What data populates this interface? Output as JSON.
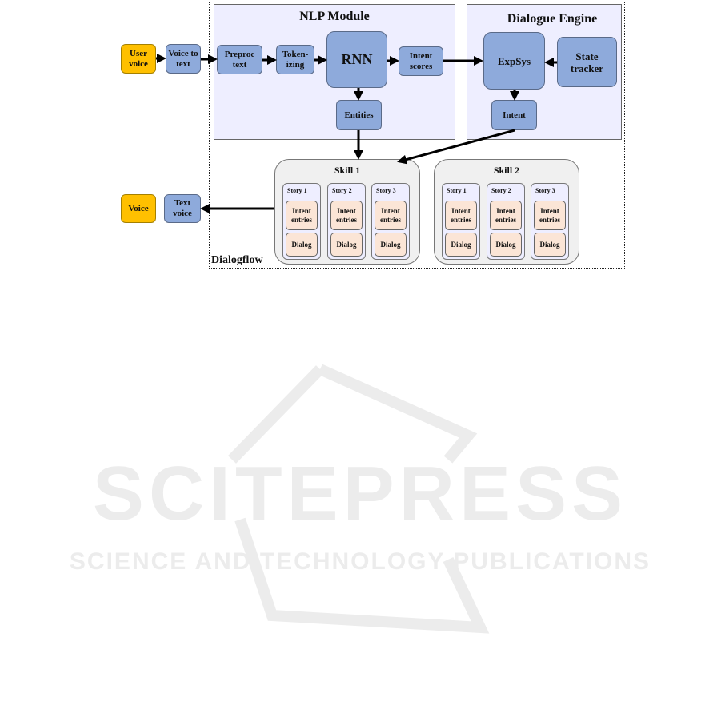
{
  "container": {
    "label": "Dialogflow"
  },
  "nlp_module": {
    "title": "NLP Module",
    "preproc": "Preproc text",
    "tokenizing": "Token-izing",
    "rnn": "RNN",
    "intent_scores": "Intent scores",
    "entities": "Entities"
  },
  "dialogue_engine": {
    "title": "Dialogue Engine",
    "expsys": "ExpSys",
    "state_tracker": "State tracker",
    "intent": "Intent"
  },
  "input": {
    "user_voice": "User voice",
    "voice_to_text": "Voice to text"
  },
  "output": {
    "voice": "Voice",
    "text_voice": "Text voice"
  },
  "skills": [
    {
      "title": "Skill 1",
      "stories": [
        {
          "title": "Story 1",
          "intent": "Intent entries",
          "dialog": "Dialog"
        },
        {
          "title": "Story 2",
          "intent": "Intent entries",
          "dialog": "Dialog"
        },
        {
          "title": "Story 3",
          "intent": "Intent entries",
          "dialog": "Dialog"
        }
      ]
    },
    {
      "title": "Skill 2",
      "stories": [
        {
          "title": "Story 1",
          "intent": "Intent entries",
          "dialog": "Dialog"
        },
        {
          "title": "Story 2",
          "intent": "Intent entries",
          "dialog": "Dialog"
        },
        {
          "title": "Story 3",
          "intent": "Intent entries",
          "dialog": "Dialog"
        }
      ]
    }
  ],
  "watermark": {
    "brand": "SCITEPRESS",
    "tagline": "SCIENCE AND TECHNOLOGY PUBLICATIONS"
  },
  "colors": {
    "node": "#8eaadb",
    "input": "#ffc000",
    "leaf": "#fbe5d6",
    "panel": "#eeeeff"
  }
}
